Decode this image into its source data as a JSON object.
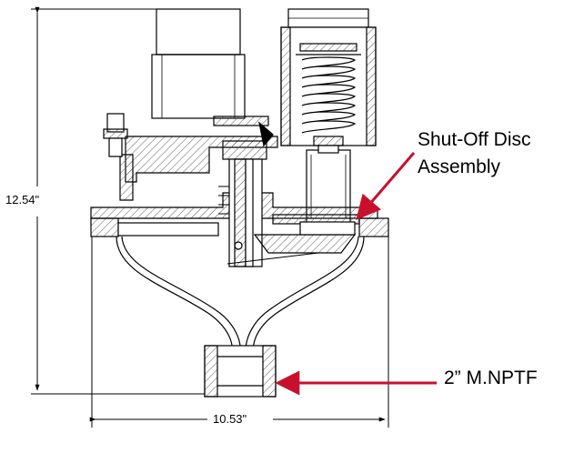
{
  "dimensions": {
    "height": "12.54\"",
    "width": "10.53\""
  },
  "callouts": {
    "shutoff_line1": "Shut-Off Disc",
    "shutoff_line2": "Assembly",
    "outlet": "2” M.NPTF"
  },
  "colors": {
    "line": "#000000",
    "arrow": "#c8102e",
    "hatch": "#555555",
    "background": "#ffffff"
  }
}
